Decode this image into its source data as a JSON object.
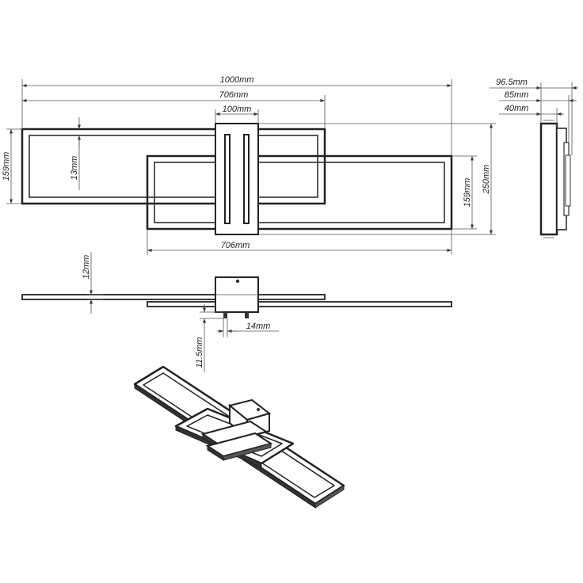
{
  "dimensions": {
    "total_width": "1000mm",
    "frame_width_top": "706mm",
    "center_block_width": "100mm",
    "frame_width_bottom": "706mm",
    "frame_height_left": "159mm",
    "frame_profile": "13mm",
    "frame_height_right": "159mm",
    "total_height": "250mm",
    "depth_total": "96.5mm",
    "depth_mid": "85mm",
    "depth_base": "40mm",
    "profile_thickness": "12mm",
    "spacer_width": "14mm",
    "offset_height": "11.5mm"
  },
  "colors": {
    "line": "#222222",
    "fill_dark": "#333333"
  }
}
